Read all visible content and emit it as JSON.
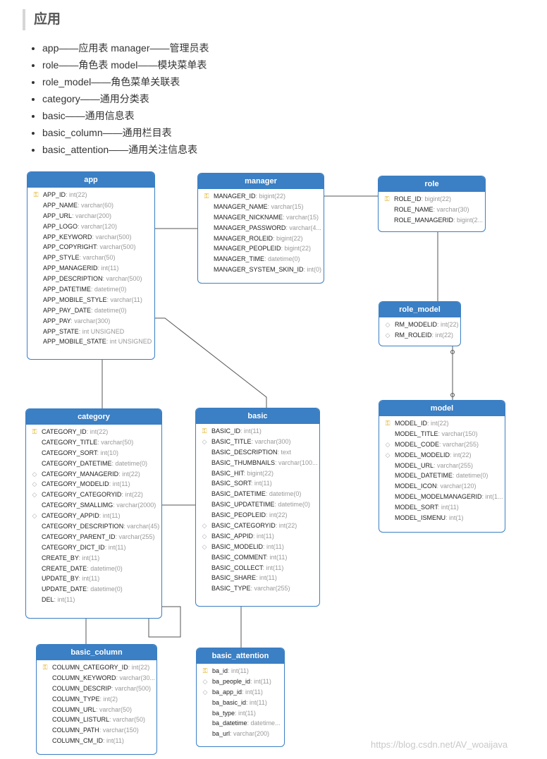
{
  "heading": "应用",
  "bullets": [
    "app——应用表 manager——管理员表",
    "role——角色表 model——模块菜单表",
    "role_model——角色菜单关联表",
    "category——通用分类表",
    "basic——通用信息表",
    "basic_column——通用栏目表",
    "basic_attention——通用关注信息表"
  ],
  "tables": {
    "app": {
      "name": "app",
      "columns": [
        {
          "icon": "key",
          "name": "APP_ID",
          "type": ": int(22)"
        },
        {
          "icon": "",
          "name": "APP_NAME",
          "type": ": varchar(60)"
        },
        {
          "icon": "",
          "name": "APP_URL",
          "type": ": varchar(200)"
        },
        {
          "icon": "",
          "name": "APP_LOGO",
          "type": ": varchar(120)"
        },
        {
          "icon": "",
          "name": "APP_KEYWORD",
          "type": ": varchar(500)"
        },
        {
          "icon": "",
          "name": "APP_COPYRIGHT",
          "type": ": varchar(500)"
        },
        {
          "icon": "",
          "name": "APP_STYLE",
          "type": ": varchar(50)"
        },
        {
          "icon": "",
          "name": "APP_MANAGERID",
          "type": ": int(11)"
        },
        {
          "icon": "",
          "name": "APP_DESCRIPTION",
          "type": ": varchar(500)"
        },
        {
          "icon": "",
          "name": "APP_DATETIME",
          "type": ": datetime(0)"
        },
        {
          "icon": "",
          "name": "APP_MOBILE_STYLE",
          "type": ": varchar(11)"
        },
        {
          "icon": "",
          "name": "APP_PAY_DATE",
          "type": ": datetime(0)"
        },
        {
          "icon": "",
          "name": "APP_PAY",
          "type": ": varchar(300)"
        },
        {
          "icon": "",
          "name": "APP_STATE",
          "type": ": int UNSIGNED"
        },
        {
          "icon": "",
          "name": "APP_MOBILE_STATE",
          "type": ": int UNSIGNED"
        }
      ]
    },
    "manager": {
      "name": "manager",
      "columns": [
        {
          "icon": "key",
          "name": "MANAGER_ID",
          "type": ": bigint(22)"
        },
        {
          "icon": "",
          "name": "MANAGER_NAME",
          "type": ": varchar(15)"
        },
        {
          "icon": "",
          "name": "MANAGER_NICKNAME",
          "type": ": varchar(15)"
        },
        {
          "icon": "",
          "name": "MANAGER_PASSWORD",
          "type": ": varchar(4..."
        },
        {
          "icon": "",
          "name": "MANAGER_ROLEID",
          "type": ": bigint(22)"
        },
        {
          "icon": "",
          "name": "MANAGER_PEOPLEID",
          "type": ": bigint(22)"
        },
        {
          "icon": "",
          "name": "MANAGER_TIME",
          "type": ": datetime(0)"
        },
        {
          "icon": "",
          "name": "MANAGER_SYSTEM_SKIN_ID",
          "type": ": int(0)"
        }
      ]
    },
    "role": {
      "name": "role",
      "columns": [
        {
          "icon": "key",
          "name": "ROLE_ID",
          "type": ": bigint(22)"
        },
        {
          "icon": "",
          "name": "ROLE_NAME",
          "type": ": varchar(30)"
        },
        {
          "icon": "",
          "name": "ROLE_MANAGERID",
          "type": ": bigint(2..."
        }
      ]
    },
    "role_model": {
      "name": "role_model",
      "columns": [
        {
          "icon": "fk",
          "name": "RM_MODELID",
          "type": ": int(22)"
        },
        {
          "icon": "fk",
          "name": "RM_ROLEID",
          "type": ": int(22)"
        }
      ]
    },
    "model": {
      "name": "model",
      "columns": [
        {
          "icon": "key",
          "name": "MODEL_ID",
          "type": ": int(22)"
        },
        {
          "icon": "",
          "name": "MODEL_TITLE",
          "type": ": varchar(150)"
        },
        {
          "icon": "fk",
          "name": "MODEL_CODE",
          "type": ": varchar(255)"
        },
        {
          "icon": "fk",
          "name": "MODEL_MODELID",
          "type": ": int(22)"
        },
        {
          "icon": "",
          "name": "MODEL_URL",
          "type": ": varchar(255)"
        },
        {
          "icon": "",
          "name": "MODEL_DATETIME",
          "type": ": datetime(0)"
        },
        {
          "icon": "",
          "name": "MODEL_ICON",
          "type": ": varchar(120)"
        },
        {
          "icon": "",
          "name": "MODEL_MODELMANAGERID",
          "type": ": int(1..."
        },
        {
          "icon": "",
          "name": "MODEL_SORT",
          "type": ": int(11)"
        },
        {
          "icon": "",
          "name": "MODEL_ISMENU",
          "type": ": int(1)"
        }
      ]
    },
    "category": {
      "name": "category",
      "columns": [
        {
          "icon": "key",
          "name": "CATEGORY_ID",
          "type": ": int(22)"
        },
        {
          "icon": "",
          "name": "CATEGORY_TITLE",
          "type": ": varchar(50)"
        },
        {
          "icon": "",
          "name": "CATEGORY_SORT",
          "type": ": int(10)"
        },
        {
          "icon": "",
          "name": "CATEGORY_DATETIME",
          "type": ": datetime(0)"
        },
        {
          "icon": "fk",
          "name": "CATEGORY_MANAGERID",
          "type": ": int(22)"
        },
        {
          "icon": "fk",
          "name": "CATEGORY_MODELID",
          "type": ": int(11)"
        },
        {
          "icon": "fk",
          "name": "CATEGORY_CATEGORYID",
          "type": ": int(22)"
        },
        {
          "icon": "",
          "name": "CATEGORY_SMALLIMG",
          "type": ": varchar(2000)"
        },
        {
          "icon": "fk",
          "name": "CATEGORY_APPID",
          "type": ": int(11)"
        },
        {
          "icon": "",
          "name": "CATEGORY_DESCRIPTION",
          "type": ": varchar(45)"
        },
        {
          "icon": "",
          "name": "CATEGORY_PARENT_ID",
          "type": ": varchar(255)"
        },
        {
          "icon": "",
          "name": "CATEGORY_DICT_ID",
          "type": ": int(11)"
        },
        {
          "icon": "",
          "name": "CREATE_BY",
          "type": ": int(11)"
        },
        {
          "icon": "",
          "name": "CREATE_DATE",
          "type": ": datetime(0)"
        },
        {
          "icon": "",
          "name": "UPDATE_BY",
          "type": ": int(11)"
        },
        {
          "icon": "",
          "name": "UPDATE_DATE",
          "type": ": datetime(0)"
        },
        {
          "icon": "",
          "name": "DEL",
          "type": ": int(11)"
        }
      ]
    },
    "basic": {
      "name": "basic",
      "columns": [
        {
          "icon": "key",
          "name": "BASIC_ID",
          "type": ": int(11)"
        },
        {
          "icon": "fk",
          "name": "BASIC_TITLE",
          "type": ": varchar(300)"
        },
        {
          "icon": "",
          "name": "BASIC_DESCRIPTION",
          "type": ": text"
        },
        {
          "icon": "",
          "name": "BASIC_THUMBNAILS",
          "type": ": varchar(100..."
        },
        {
          "icon": "",
          "name": "BASIC_HIT",
          "type": ": bigint(22)"
        },
        {
          "icon": "",
          "name": "BASIC_SORT",
          "type": ": int(11)"
        },
        {
          "icon": "",
          "name": "BASIC_DATETIME",
          "type": ": datetime(0)"
        },
        {
          "icon": "",
          "name": "BASIC_UPDATETIME",
          "type": ": datetime(0)"
        },
        {
          "icon": "",
          "name": "BASIC_PEOPLEID",
          "type": ": int(22)"
        },
        {
          "icon": "fk",
          "name": "BASIC_CATEGORYID",
          "type": ": int(22)"
        },
        {
          "icon": "fk",
          "name": "BASIC_APPID",
          "type": ": int(11)"
        },
        {
          "icon": "fk",
          "name": "BASIC_MODELID",
          "type": ": int(11)"
        },
        {
          "icon": "",
          "name": "BASIC_COMMENT",
          "type": ": int(11)"
        },
        {
          "icon": "",
          "name": "BASIC_COLLECT",
          "type": ": int(11)"
        },
        {
          "icon": "",
          "name": "BASIC_SHARE",
          "type": ": int(11)"
        },
        {
          "icon": "",
          "name": "BASIC_TYPE",
          "type": ": varchar(255)"
        }
      ]
    },
    "basic_column": {
      "name": "basic_column",
      "columns": [
        {
          "icon": "key",
          "name": "COLUMN_CATEGORY_ID",
          "type": ": int(22)"
        },
        {
          "icon": "",
          "name": "COLUMN_KEYWORD",
          "type": ": varchar(30..."
        },
        {
          "icon": "",
          "name": "COLUMN_DESCRIP",
          "type": ": varchar(500)"
        },
        {
          "icon": "",
          "name": "COLUMN_TYPE",
          "type": ": int(2)"
        },
        {
          "icon": "",
          "name": "COLUMN_URL",
          "type": ": varchar(50)"
        },
        {
          "icon": "",
          "name": "COLUMN_LISTURL",
          "type": ": varchar(50)"
        },
        {
          "icon": "",
          "name": "COLUMN_PATH",
          "type": ": varchar(150)"
        },
        {
          "icon": "",
          "name": "COLUMN_CM_ID",
          "type": ": int(11)"
        }
      ]
    },
    "basic_attention": {
      "name": "basic_attention",
      "columns": [
        {
          "icon": "key",
          "name": "ba_id",
          "type": ": int(11)"
        },
        {
          "icon": "fk",
          "name": "ba_people_id",
          "type": ": int(11)"
        },
        {
          "icon": "fk",
          "name": "ba_app_id",
          "type": ": int(11)"
        },
        {
          "icon": "",
          "name": "ba_basic_id",
          "type": ": int(11)"
        },
        {
          "icon": "",
          "name": "ba_type",
          "type": ": int(11)"
        },
        {
          "icon": "",
          "name": "ba_datetime",
          "type": ": datetime..."
        },
        {
          "icon": "",
          "name": "ba_url",
          "type": ": varchar(200)"
        }
      ]
    }
  },
  "watermark": "https://blog.csdn.net/AV_woaijava"
}
